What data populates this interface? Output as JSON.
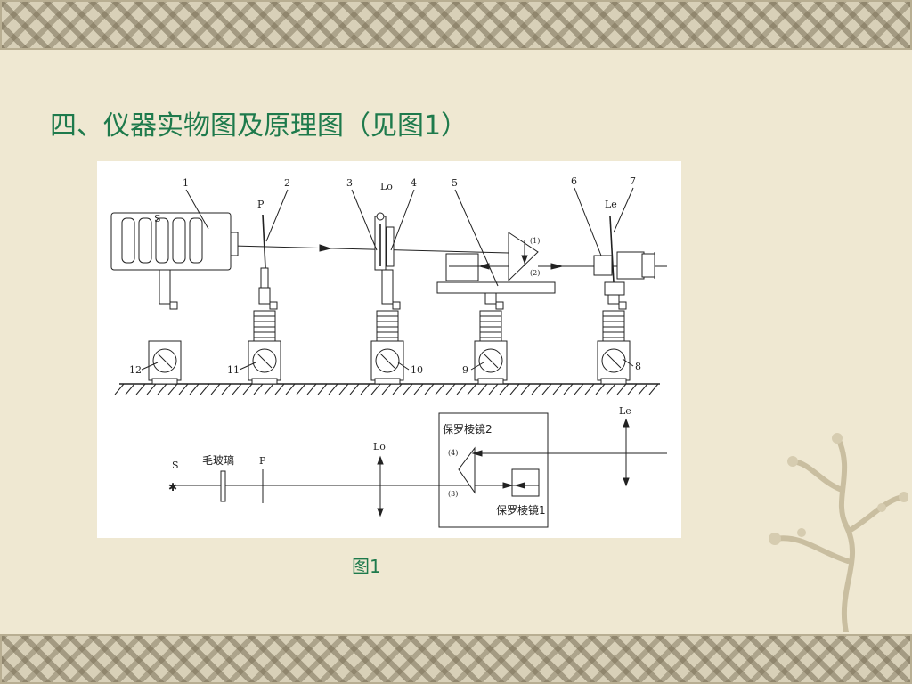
{
  "slide": {
    "title": "四、仪器实物图及原理图（见图1）",
    "caption": "图1"
  },
  "figure": {
    "top_numbers": [
      "1",
      "2",
      "3",
      "4",
      "5",
      "6",
      "7"
    ],
    "bottom_numbers": [
      "12",
      "11",
      "10",
      "9",
      "8"
    ],
    "top_letters": {
      "s": "S",
      "p": "P",
      "lo": "Lo",
      "le": "Le"
    },
    "beam_marks": {
      "b1": "(1)",
      "b2": "(2)",
      "b3": "(3)",
      "b4": "(4)"
    },
    "schematic": {
      "s": "S",
      "ground_glass": "毛玻璃",
      "p": "P",
      "lo": "Lo",
      "le": "Le",
      "prism2": "保罗棱镜2",
      "prism1": "保罗棱镜1"
    }
  },
  "colors": {
    "title": "#1e7a4c",
    "background": "#efe8d2",
    "band": "#d8d0b8"
  }
}
